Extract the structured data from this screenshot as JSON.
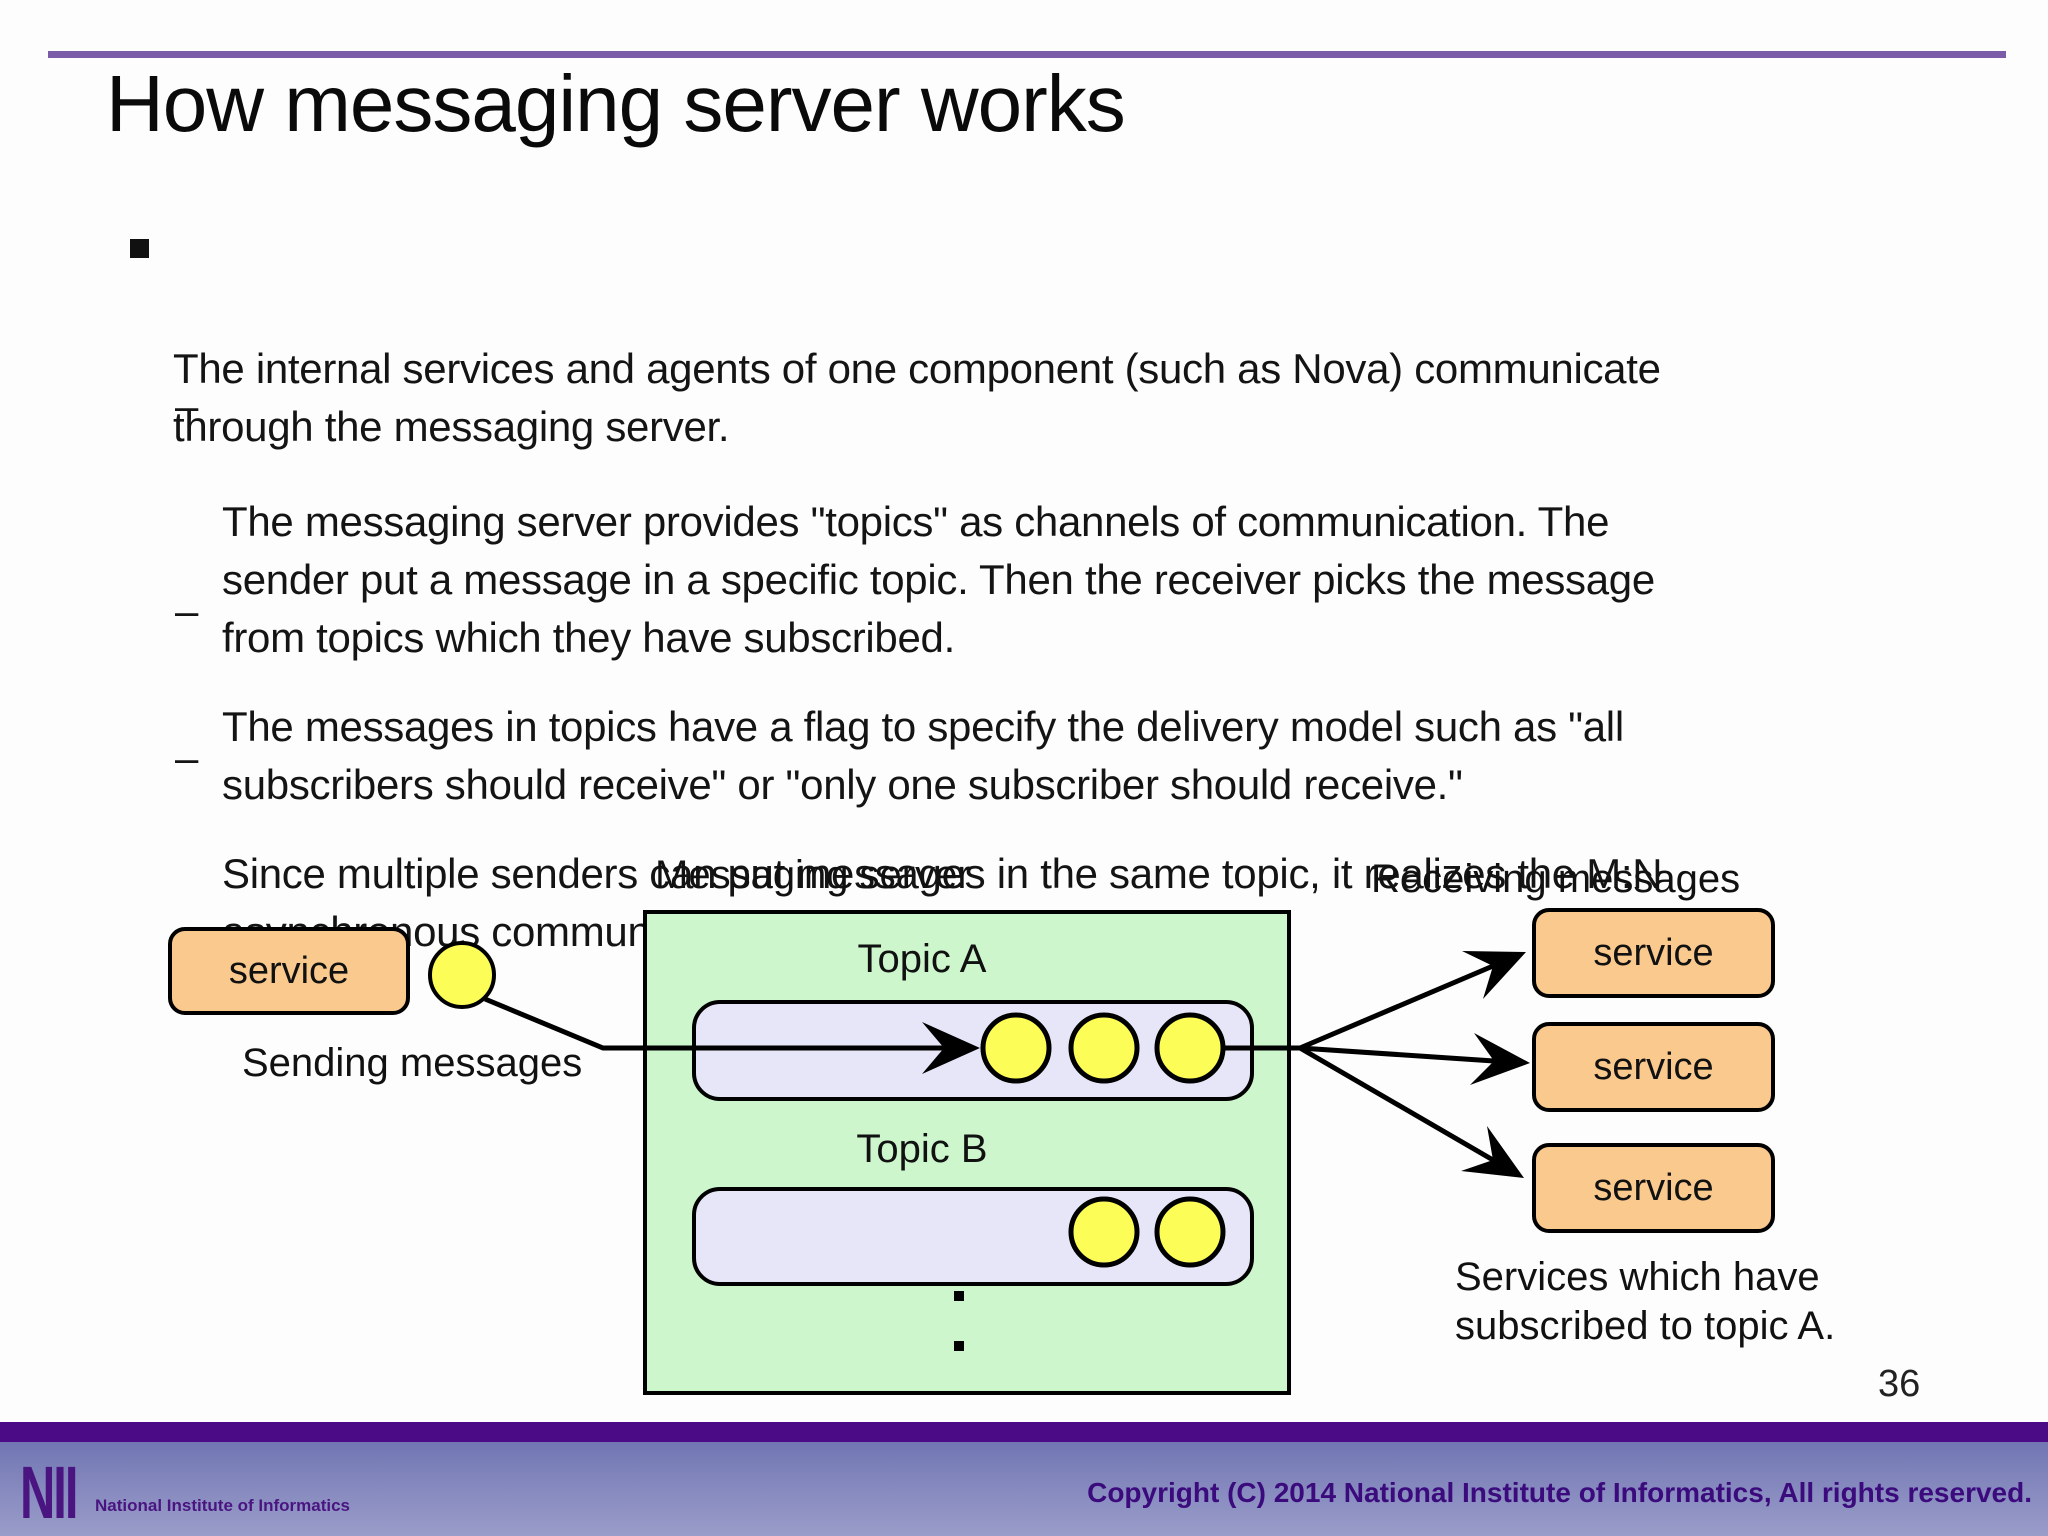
{
  "slide": {
    "title": "How messaging server works",
    "bullet": {
      "lines": [
        "The internal services and agents of one component (such as Nova) communicate",
        "through the messaging server."
      ]
    },
    "sub_bullets": [
      {
        "marker": "–",
        "lines": [
          "The messaging server provides \"topics\" as channels of communication. The",
          "sender put a message in a specific topic. Then the receiver picks the message",
          "from topics which they have subscribed."
        ]
      },
      {
        "marker": "–",
        "lines": [
          "The messages in topics have a flag to specify the delivery model such as \"all",
          "subscribers should receive\" or \"only one subscriber should receive.\""
        ]
      },
      {
        "marker": "–",
        "lines": [
          "Since multiple senders can put messages in the same topic, it realizes the M:N",
          "asynchronous communication."
        ]
      }
    ],
    "diagram": {
      "sender_service_label": "service",
      "sending_messages_label": "Sending messages",
      "messaging_server_label": "Messaging server",
      "topic_a_label": "Topic A",
      "topic_b_label": "Topic B",
      "receiving_messages_label": "Receiving messages",
      "receiver_service_labels": [
        "service",
        "service",
        "service"
      ],
      "caption_lines": [
        "Services which have",
        "subscribed to topic A."
      ]
    },
    "page_number": "36",
    "footer": {
      "logo_text": "NII",
      "logo_subtext": "National Institute of Informatics",
      "copyright": "Copyright (C) 2014 National Institute of Informatics, All rights reserved."
    },
    "colors": {
      "accent_line": "#7a5ca8",
      "server_box_fill": "#cdf6cd",
      "queue_fill": "#e6e6f8",
      "message_yellow": "#fdfd57",
      "service_orange": "#f9c98e",
      "footer_bar": "#4b0a86",
      "footer_gradient_top": "#7176b3",
      "footer_gradient_bottom": "#9a9dc9",
      "nii_purple": "#4a1580",
      "copyright_purple": "#3b0a7c"
    }
  }
}
